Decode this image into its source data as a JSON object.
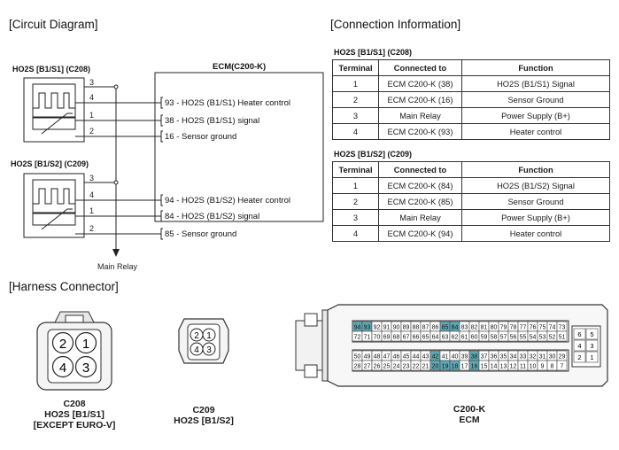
{
  "sections": {
    "circuit": "[Circuit Diagram]",
    "connection": "[Connection Information]",
    "harness": "[Harness Connector]"
  },
  "circuit": {
    "ecm_label": "ECM(C200-K)",
    "s1_label": "HO2S [B1/S1] (C208)",
    "s2_label": "HO2S [B1/S2] (C209)",
    "main_relay": "Main Relay",
    "s1_pins": [
      "3",
      "4",
      "1",
      "2"
    ],
    "s2_pins": [
      "3",
      "4",
      "1",
      "2"
    ],
    "s1_signals": [
      "93 - HO2S (B1/S1) Heater control",
      "38 - HO2S (B1/S1) signal",
      "16 - Sensor ground"
    ],
    "s2_signals": [
      "94 - HO2S (B1/S2) Heater control",
      "84 - HO2S (B1/S2) signal",
      "85 - Sensor ground"
    ]
  },
  "tables": {
    "t1_title": "HO2S [B1/S1] (C208)",
    "t2_title": "HO2S [B1/S2] (C209)",
    "headers": [
      "Terminal",
      "Connected to",
      "Function"
    ],
    "t1_rows": [
      [
        "1",
        "ECM C200-K (38)",
        "HO2S (B1/S1) Signal"
      ],
      [
        "2",
        "ECM C200-K (16)",
        "Sensor Ground"
      ],
      [
        "3",
        "Main Relay",
        "Power Supply (B+)"
      ],
      [
        "4",
        "ECM C200-K (93)",
        "Heater control"
      ]
    ],
    "t2_rows": [
      [
        "1",
        "ECM C200-K (84)",
        "HO2S (B1/S2) Signal"
      ],
      [
        "2",
        "ECM C200-K (85)",
        "Sensor Ground"
      ],
      [
        "3",
        "Main Relay",
        "Power Supply (B+)"
      ],
      [
        "4",
        "ECM C200-K (94)",
        "Heater control"
      ]
    ]
  },
  "harness": {
    "c208_pins": [
      "2",
      "1",
      "4",
      "3"
    ],
    "c209_pins": [
      "2",
      "1",
      "4",
      "3"
    ],
    "c208_caption": [
      "C208",
      "HO2S [B1/S1]",
      "[EXCEPT EURO-V]"
    ],
    "c209_caption": [
      "C209",
      "HO2S [B1/S2]"
    ],
    "ecm_caption": [
      "C200-K",
      "ECM"
    ],
    "ecm_row1": [
      "94",
      "93",
      "92",
      "91",
      "90",
      "89",
      "88",
      "87",
      "86",
      "85",
      "84",
      "83",
      "82",
      "81",
      "80",
      "79",
      "78",
      "77",
      "76",
      "75",
      "74",
      "73"
    ],
    "ecm_row2": [
      "72",
      "71",
      "70",
      "69",
      "68",
      "67",
      "66",
      "65",
      "64",
      "63",
      "62",
      "61",
      "60",
      "59",
      "58",
      "57",
      "56",
      "55",
      "54",
      "53",
      "52",
      "51"
    ],
    "ecm_row3": [
      "50",
      "49",
      "48",
      "47",
      "46",
      "45",
      "44",
      "43",
      "42",
      "41",
      "40",
      "39",
      "38",
      "37",
      "36",
      "35",
      "34",
      "33",
      "32",
      "31",
      "30",
      "29"
    ],
    "ecm_row4": [
      "28",
      "27",
      "26",
      "25",
      "24",
      "23",
      "22",
      "21",
      "20",
      "19",
      "18",
      "17",
      "16",
      "15",
      "14",
      "13",
      "12",
      "11",
      "10",
      "9",
      "8",
      "7"
    ],
    "ecm_small": [
      "6",
      "5",
      "4",
      "3",
      "2",
      "1"
    ],
    "highlight_pins": [
      "94",
      "93",
      "85",
      "84",
      "42",
      "38",
      "20",
      "19",
      "18",
      "16"
    ],
    "highlight_color": "#5fa8b3"
  }
}
